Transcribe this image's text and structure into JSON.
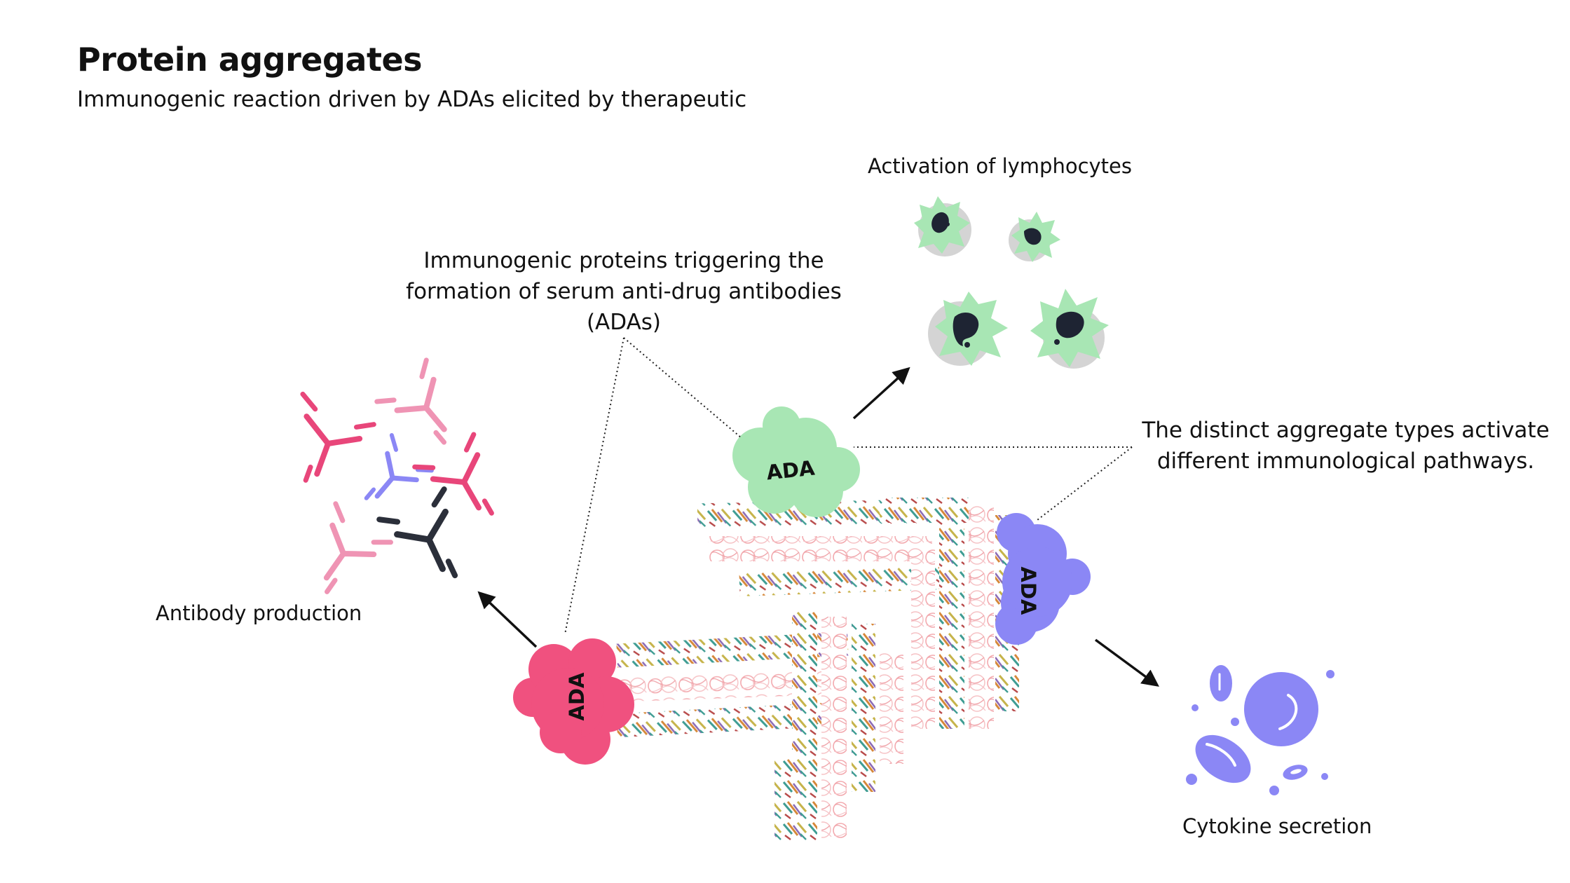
{
  "title": "Protein aggregates",
  "subtitle": "Immunogenic reaction driven by ADAs elicited by therapeutic",
  "callouts": {
    "immunogenic_line1": "Immunogenic proteins triggering the",
    "immunogenic_line2": "formation of serum anti-drug antibodies",
    "immunogenic_line3": "(ADAs)",
    "pathways_line1": "The distinct aggregate types activate",
    "pathways_line2": "different immunological pathways."
  },
  "outcomes": {
    "lymphocytes": "Activation of lymphocytes",
    "antibody": "Antibody production",
    "cytokine": "Cytokine secretion"
  },
  "ada": {
    "green": "ADA",
    "pink": "ADA",
    "purple": "ADA"
  },
  "colors": {
    "ada_green": "#a8e6b4",
    "ada_pink": "#f0517f",
    "ada_purple": "#8b87f5",
    "antibody_pink_dark": "#e8467a",
    "antibody_pink_light": "#ef94b4",
    "antibody_purple": "#8b87f5",
    "antibody_black": "#2b2f3a",
    "lymphocyte_green": "#a8e6b4",
    "lymphocyte_nucleus": "#1e2433",
    "fibril_pink": "#f4b4b8"
  }
}
